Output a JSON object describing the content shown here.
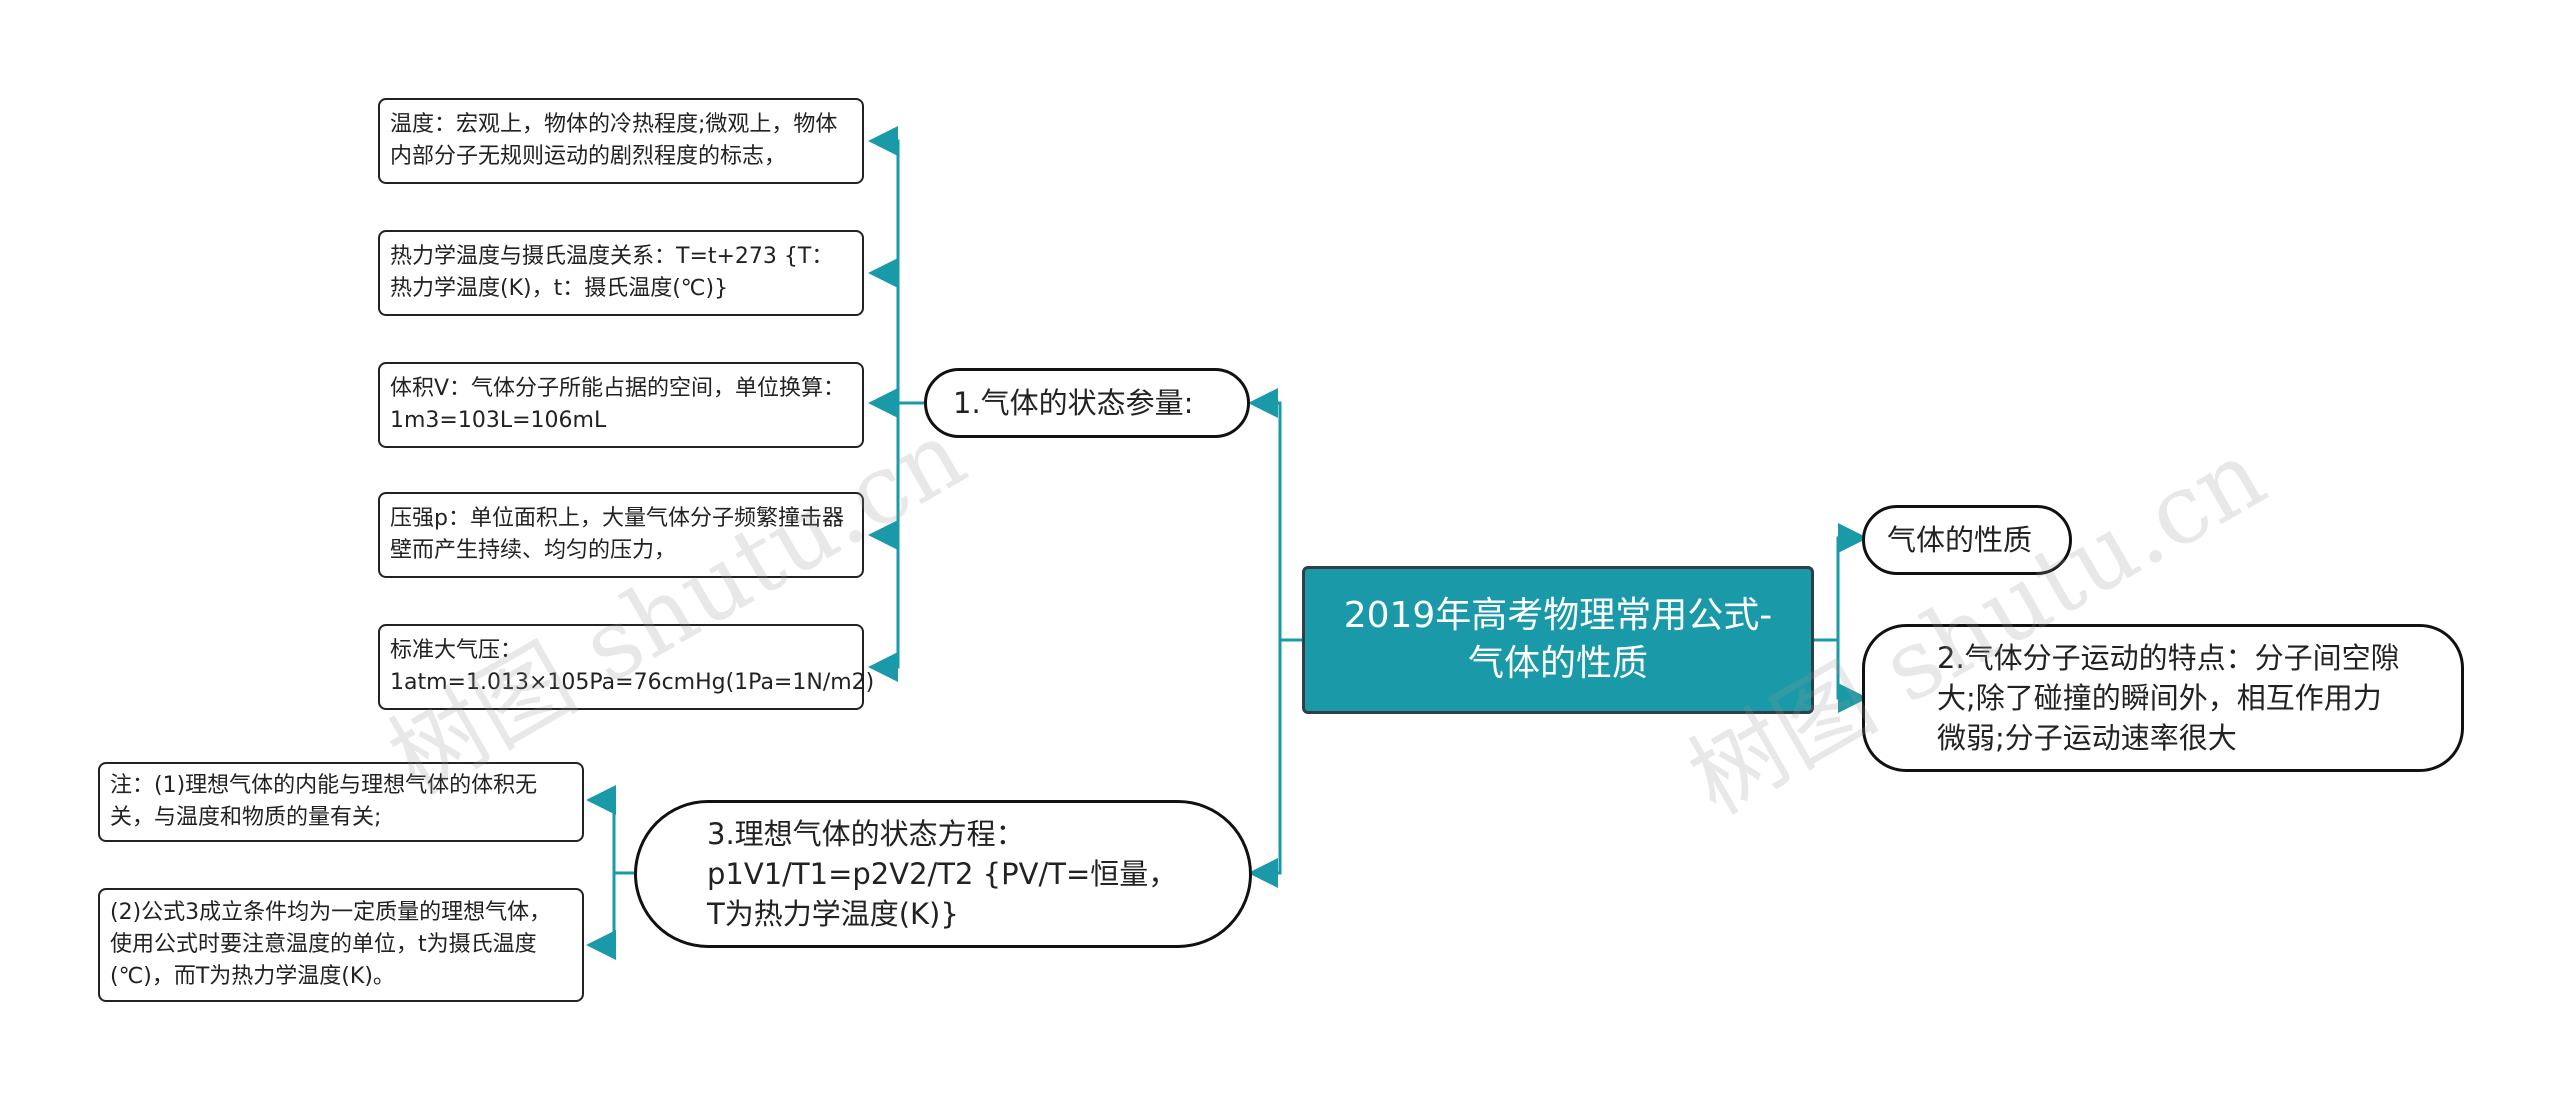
{
  "root": {
    "text": "2019年高考物理常用公式-气体的性质"
  },
  "branches": {
    "state_params": {
      "text": "1.气体的状态参量:"
    },
    "gas_props": {
      "text": "气体的性质"
    },
    "molecular_motion": {
      "text": "2.气体分子运动的特点：分子间空隙大;除了碰撞的瞬间外，相互作用力微弱;分子运动速率很大"
    },
    "ideal_gas_eq": {
      "text": "3.理想气体的状态方程：p1V1/T1=p2V2/T2 {PV/T=恒量，T为热力学温度(K)}"
    }
  },
  "state_param_leaves": [
    "温度：宏观上，物体的冷热程度;微观上，物体内部分子无规则运动的剧烈程度的标志，",
    "热力学温度与摄氏温度关系：T=t+273 {T：热力学温度(K)，t：摄氏温度(℃)}",
    "体积V：气体分子所能占据的空间，单位换算：1m3=103L=106mL",
    "压强p：单位面积上，大量气体分子频繁撞击器壁而产生持续、均匀的压力，",
    "标准大气压：1atm=1.013×105Pa=76cmHg(1Pa=1N/m2)"
  ],
  "ideal_gas_leaves": [
    "注：(1)理想气体的内能与理想气体的体积无关，与温度和物质的量有关;",
    "(2)公式3成立条件均为一定质量的理想气体，使用公式时要注意温度的单位，t为摄氏温度(℃)，而T为热力学温度(K)。"
  ],
  "watermarks": [
    "树图 shutu.cn",
    "树图 shutu.cn"
  ],
  "colors": {
    "connector": "#1a9aa8",
    "root_fill": "#1a9aa8",
    "root_border": "#2f3f48"
  }
}
